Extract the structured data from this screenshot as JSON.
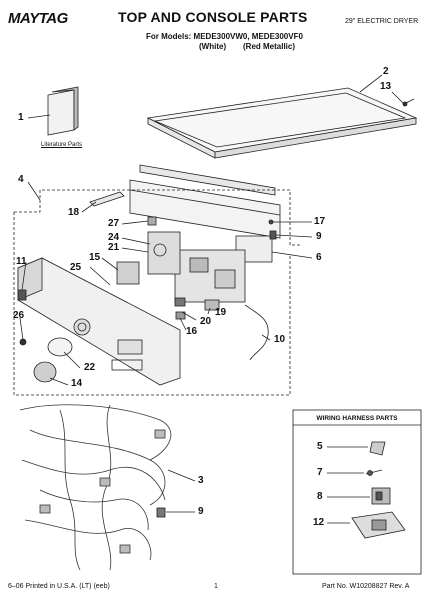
{
  "header": {
    "brand": "MAYTAG",
    "title": "TOP AND CONSOLE PARTS",
    "models_line": "For Models: MEDE300VW0, MEDE300VF0",
    "variant_white": "(White)",
    "variant_red": "(Red Metallic)",
    "dryer_type": "29\" ELECTRIC DRYER"
  },
  "literature_label": "Literature Parts",
  "wiring_box": {
    "title": "WIRING HARNESS PARTS",
    "callouts": [
      "5",
      "7",
      "8",
      "12"
    ]
  },
  "callouts": [
    "1",
    "2",
    "13",
    "4",
    "18",
    "27",
    "17",
    "9",
    "24",
    "21",
    "6",
    "15",
    "11",
    "25",
    "19",
    "20",
    "16",
    "26",
    "10",
    "22",
    "14",
    "3",
    "9"
  ],
  "footer": {
    "left": "6–06 Printed in U.S.A. (LT) (eeb)",
    "page": "1",
    "right": "Part No. W10208827 Rev. A"
  }
}
